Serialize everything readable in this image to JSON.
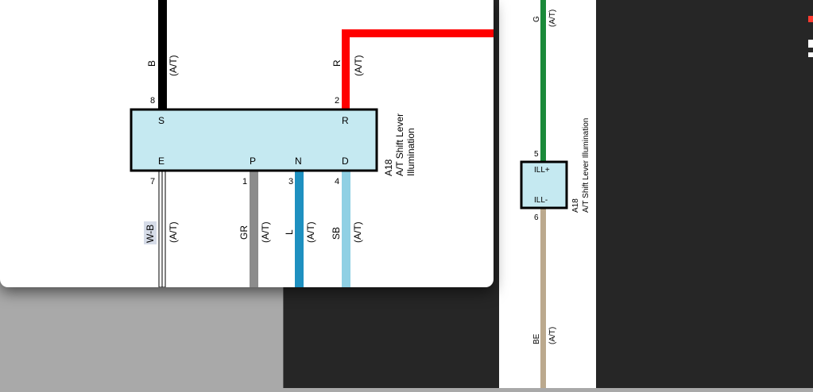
{
  "left_diagram": {
    "connector": {
      "id": "A18",
      "name_line1": "A/T Shift Lever",
      "name_line2": "Illumination",
      "terminals": [
        {
          "pin": "8",
          "name": "S",
          "wire": "B",
          "note": "(A/T)",
          "color": "#000000"
        },
        {
          "pin": "2",
          "name": "R",
          "wire": "R",
          "note": "(A/T)",
          "color": "#ff0000"
        },
        {
          "pin": "7",
          "name": "E",
          "wire": "W-B",
          "note": "(A/T)",
          "color": "#ffffff"
        },
        {
          "pin": "1",
          "name": "P",
          "wire": "GR",
          "note": "(A/T)",
          "color": "#8c8c8c"
        },
        {
          "pin": "3",
          "name": "N",
          "wire": "L",
          "note": "(A/T)",
          "color": "#1e90c0"
        },
        {
          "pin": "4",
          "name": "D",
          "wire": "SB",
          "note": "(A/T)",
          "color": "#8fd0e4"
        }
      ]
    }
  },
  "right_diagram": {
    "connector": {
      "id": "A18",
      "name": "A/T Shift Lever Illumination",
      "terminals": [
        {
          "pin": "5",
          "name": "ILL+",
          "wire": "G",
          "note": "(A/T)",
          "color": "#1a8a3a"
        },
        {
          "pin": "6",
          "name": "ILL-",
          "wire": "BE",
          "note": "(A/T)",
          "color": "#bba98e"
        }
      ]
    }
  },
  "colors": {
    "connector_fill": "#c5e9f1",
    "back_window": "#262626",
    "desktop": "#a9a9a9"
  }
}
